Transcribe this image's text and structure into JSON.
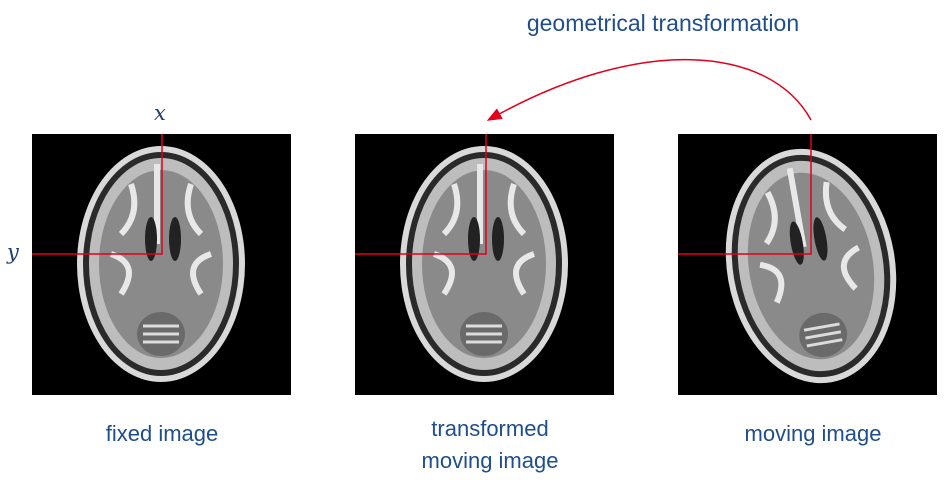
{
  "title": "geometrical transformation",
  "axes": {
    "x": "x",
    "y": "y"
  },
  "panels": {
    "fixed": {
      "caption": "fixed image"
    },
    "transformed": {
      "caption_line1": "transformed",
      "caption_line2": "moving image"
    },
    "moving": {
      "caption": "moving image"
    }
  },
  "colors": {
    "text": "#1f4e8c",
    "annotation": "#e0001b",
    "panel_bg": "#000000"
  }
}
